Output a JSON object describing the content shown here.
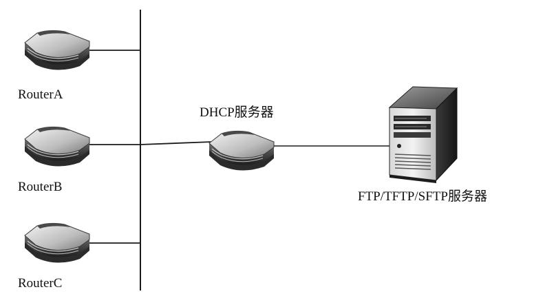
{
  "nodes": {
    "router_a": {
      "label": "RouterA",
      "icon": "router-icon"
    },
    "router_b": {
      "label": "RouterB",
      "icon": "router-icon"
    },
    "router_c": {
      "label": "RouterC",
      "icon": "router-icon"
    },
    "dhcp_server": {
      "label": "DHCP服务器",
      "icon": "router-icon"
    },
    "file_server": {
      "label": "FTP/TFTP/SFTP服务器",
      "icon": "tower-server-icon"
    }
  },
  "links": [
    {
      "from": "router_a",
      "to": "bus"
    },
    {
      "from": "router_b",
      "to": "bus"
    },
    {
      "from": "router_c",
      "to": "bus"
    },
    {
      "from": "bus",
      "to": "dhcp_server"
    },
    {
      "from": "dhcp_server",
      "to": "file_server"
    }
  ],
  "colors": {
    "line": "#1a1a1a",
    "device_light": "#e6e6e6",
    "device_mid": "#9a9a9a",
    "device_dark": "#2a2a2a"
  }
}
